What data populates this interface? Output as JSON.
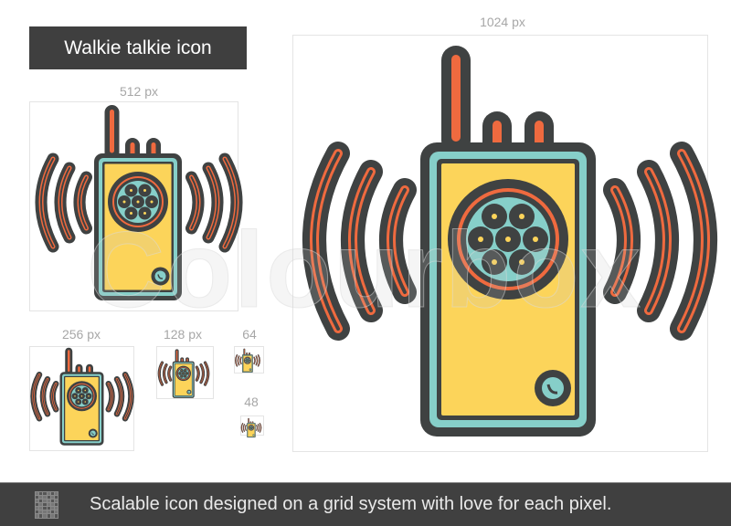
{
  "title": "Walkie talkie icon",
  "watermark": "Colourbox",
  "sizes": {
    "s1024": "1024 px",
    "s512": "512 px",
    "s256": "256 px",
    "s128": "128 px",
    "s64": "64",
    "s48": "48"
  },
  "footer": {
    "icon": "grid-icon",
    "text": "Scalable icon designed on a grid system with love for each pixel."
  },
  "colors": {
    "outline": "#3f4242",
    "body_fill": "#fcd45a",
    "teal": "#86cfc9",
    "accent": "#ef6a3f",
    "title_bg": "#3f3f3f",
    "footer_bg": "#404040"
  },
  "icon": {
    "name": "walkie-talkie-icon",
    "parts": [
      "antenna",
      "knob-left",
      "knob-right",
      "body",
      "speaker-grille",
      "call-button",
      "signal-waves-left",
      "signal-waves-right"
    ]
  }
}
